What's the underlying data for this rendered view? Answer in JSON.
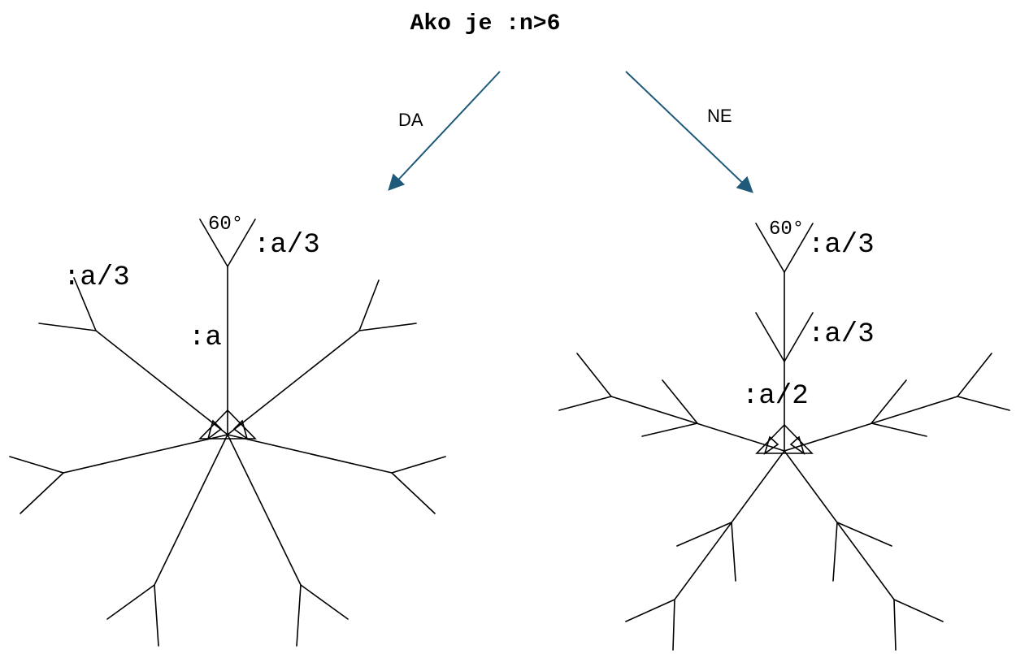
{
  "title": "Ako je :n>6",
  "branches": {
    "yes_label": "DA",
    "no_label": "NE"
  },
  "left_tree": {
    "angle_label": "60°",
    "top_branch_label": ":a/3",
    "side_branch_label": ":a/3",
    "trunk_label": ":a"
  },
  "right_tree": {
    "angle_label": "60°",
    "top_branch_label": ":a/3",
    "mid_branch_label": ":a/3",
    "trunk_label": ":a/2"
  },
  "colors": {
    "arrow": "#1f5a7a",
    "lines": "#000000"
  }
}
